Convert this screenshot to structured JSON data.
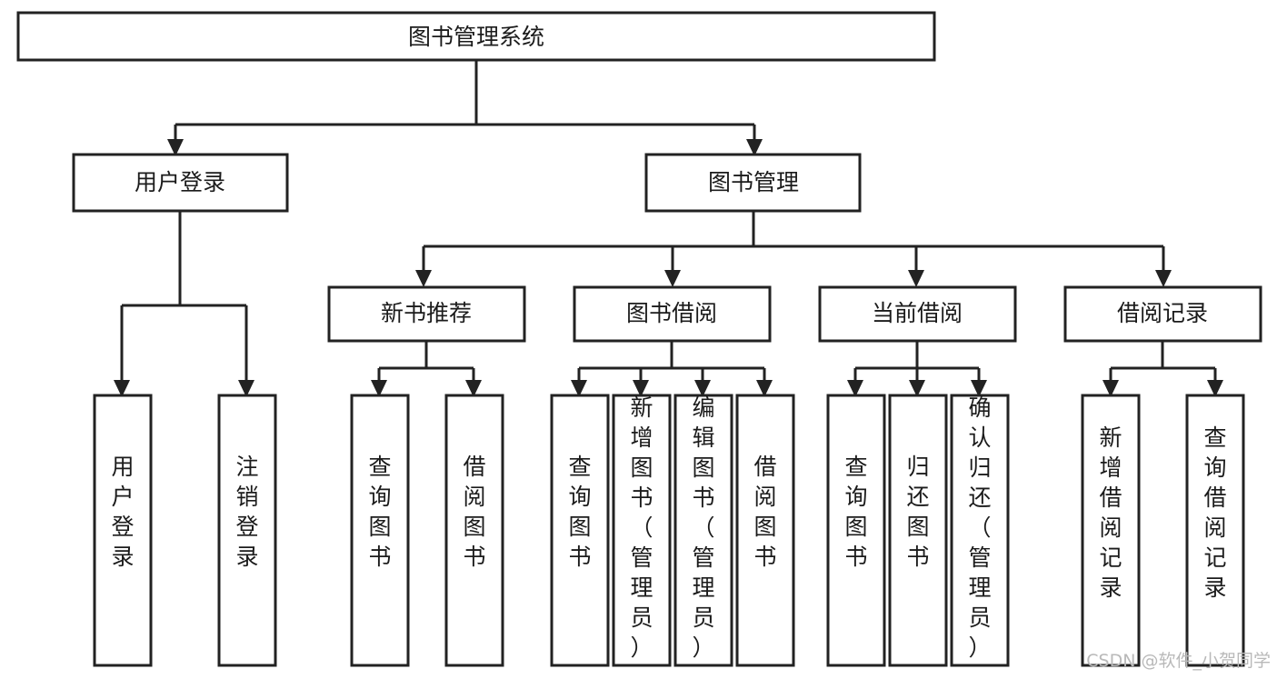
{
  "diagram": {
    "type": "tree",
    "title": "图书管理系统",
    "orientation": "top-down",
    "background_color": "#ffffff",
    "box_stroke_color": "#222222",
    "box_fill_color": "#ffffff",
    "text_color": "#1b1b1b"
  },
  "root": {
    "label": "图书管理系统"
  },
  "level2": [
    {
      "label": "用户登录"
    },
    {
      "label": "图书管理"
    }
  ],
  "level3": [
    {
      "label": "新书推荐"
    },
    {
      "label": "图书借阅"
    },
    {
      "label": "当前借阅"
    },
    {
      "label": "借阅记录"
    }
  ],
  "leaves": {
    "user_login": [
      {
        "label": "用户登录"
      },
      {
        "label": "注销登录"
      }
    ],
    "new_book_recommend": [
      {
        "label": "查询图书"
      },
      {
        "label": "借阅图书"
      }
    ],
    "book_borrow": [
      {
        "label": "查询图书"
      },
      {
        "label": "新增图书（管理员）"
      },
      {
        "label": "编辑图书（管理员）"
      },
      {
        "label": "借阅图书"
      }
    ],
    "current_borrow": [
      {
        "label": "查询图书"
      },
      {
        "label": "归还图书"
      },
      {
        "label": "确认归还（管理员）"
      }
    ],
    "borrow_record": [
      {
        "label": "新增借阅记录"
      },
      {
        "label": "查询借阅记录"
      }
    ]
  },
  "watermark": {
    "text": "CSDN @软件_小贺同学"
  }
}
